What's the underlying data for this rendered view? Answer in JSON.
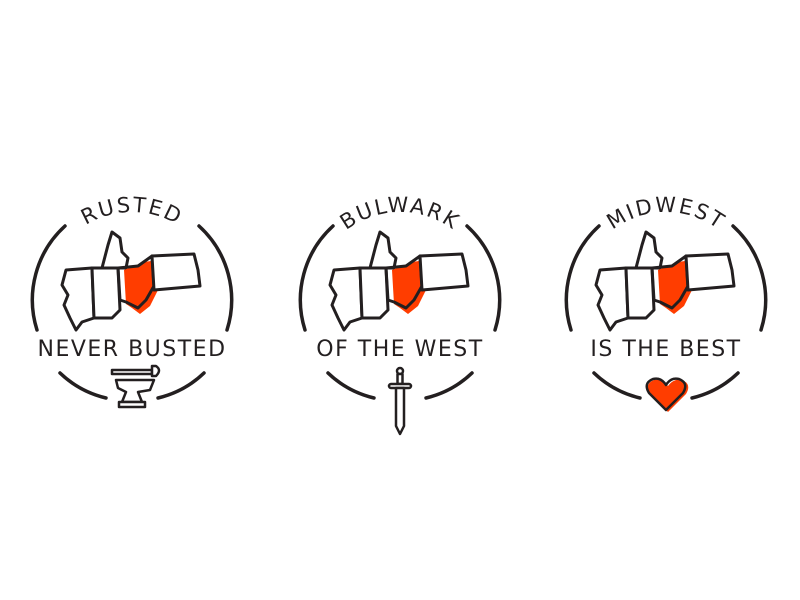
{
  "colors": {
    "ink": "#231f20",
    "accent": "#ff3d00"
  },
  "badges": [
    {
      "top": "RUSTED",
      "bottom": "NEVER BUSTED",
      "icon": "anvil-icon"
    },
    {
      "top": "BULWARK",
      "bottom": "OF THE WEST",
      "icon": "sword-icon"
    },
    {
      "top": "MIDWEST",
      "bottom": "IS THE BEST",
      "icon": "heart-icon"
    }
  ]
}
